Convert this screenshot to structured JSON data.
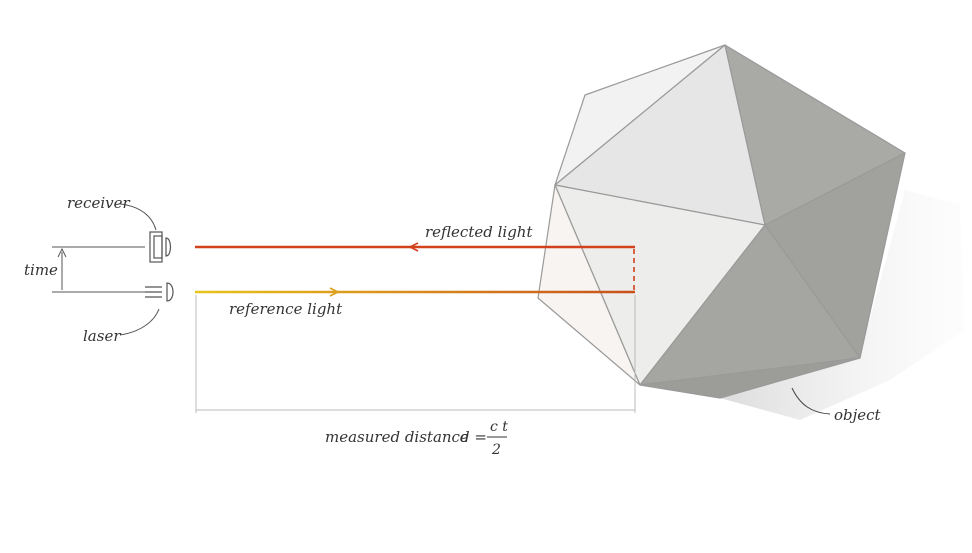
{
  "labels": {
    "receiver": "receiver",
    "laser": "laser",
    "time": "time",
    "reflected_light": "reflected light",
    "reference_light": "reference light",
    "object": "object",
    "measured_distance": "measured distance",
    "formula_lhs": "d =",
    "formula_numerator": "c t",
    "formula_denominator": "2"
  },
  "colors": {
    "reflected_beam": "#d2401c",
    "reference_beam_start": "#e8c41c",
    "reference_beam_end": "#c8501c",
    "object_light": "#ececec",
    "object_dark": "#a9a9a6",
    "lines": "#555555"
  }
}
